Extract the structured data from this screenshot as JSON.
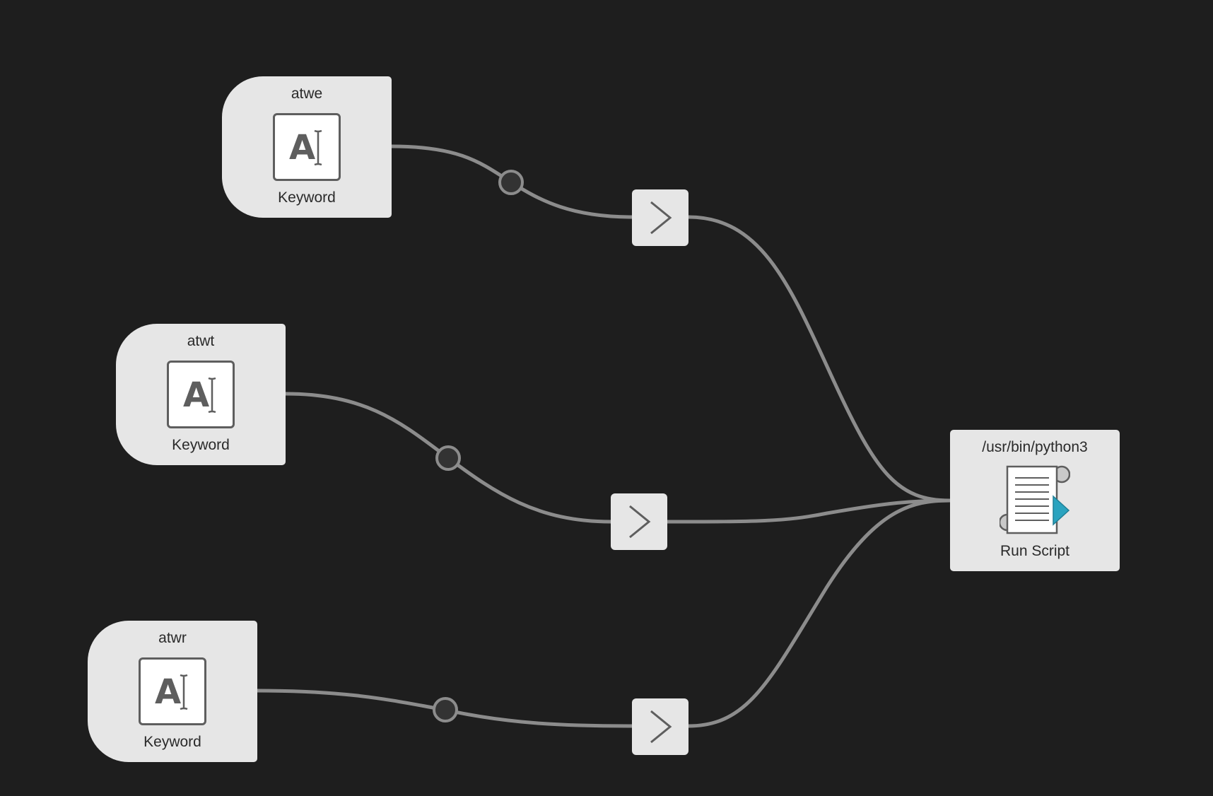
{
  "workflow": {
    "triggers": [
      {
        "id": "k1",
        "keyword": "atwe",
        "type_label": "Keyword",
        "icon": "keyword-input-icon"
      },
      {
        "id": "k2",
        "keyword": "atwt",
        "type_label": "Keyword",
        "icon": "keyword-input-icon"
      },
      {
        "id": "k3",
        "keyword": "atwr",
        "type_label": "Keyword",
        "icon": "keyword-input-icon"
      }
    ],
    "utilities": [
      {
        "id": "u1",
        "icon": "chevron-right-icon"
      },
      {
        "id": "u2",
        "icon": "chevron-right-icon"
      },
      {
        "id": "u3",
        "icon": "chevron-right-icon"
      }
    ],
    "action": {
      "id": "a1",
      "title": "/usr/bin/python3",
      "type_label": "Run Script",
      "icon": "run-script-icon"
    },
    "connections": [
      {
        "from": "k1",
        "to": "u1"
      },
      {
        "from": "k2",
        "to": "u2"
      },
      {
        "from": "k3",
        "to": "u3"
      },
      {
        "from": "u1",
        "to": "a1"
      },
      {
        "from": "u2",
        "to": "a1"
      },
      {
        "from": "u3",
        "to": "a1"
      }
    ]
  },
  "colors": {
    "background": "#1e1e1e",
    "node_fill": "#e6e6e6",
    "wire": "#8c8c8c",
    "knot_fill": "#333333",
    "icon_stroke": "#5e5e5e",
    "script_accent": "#2aa3bf"
  }
}
